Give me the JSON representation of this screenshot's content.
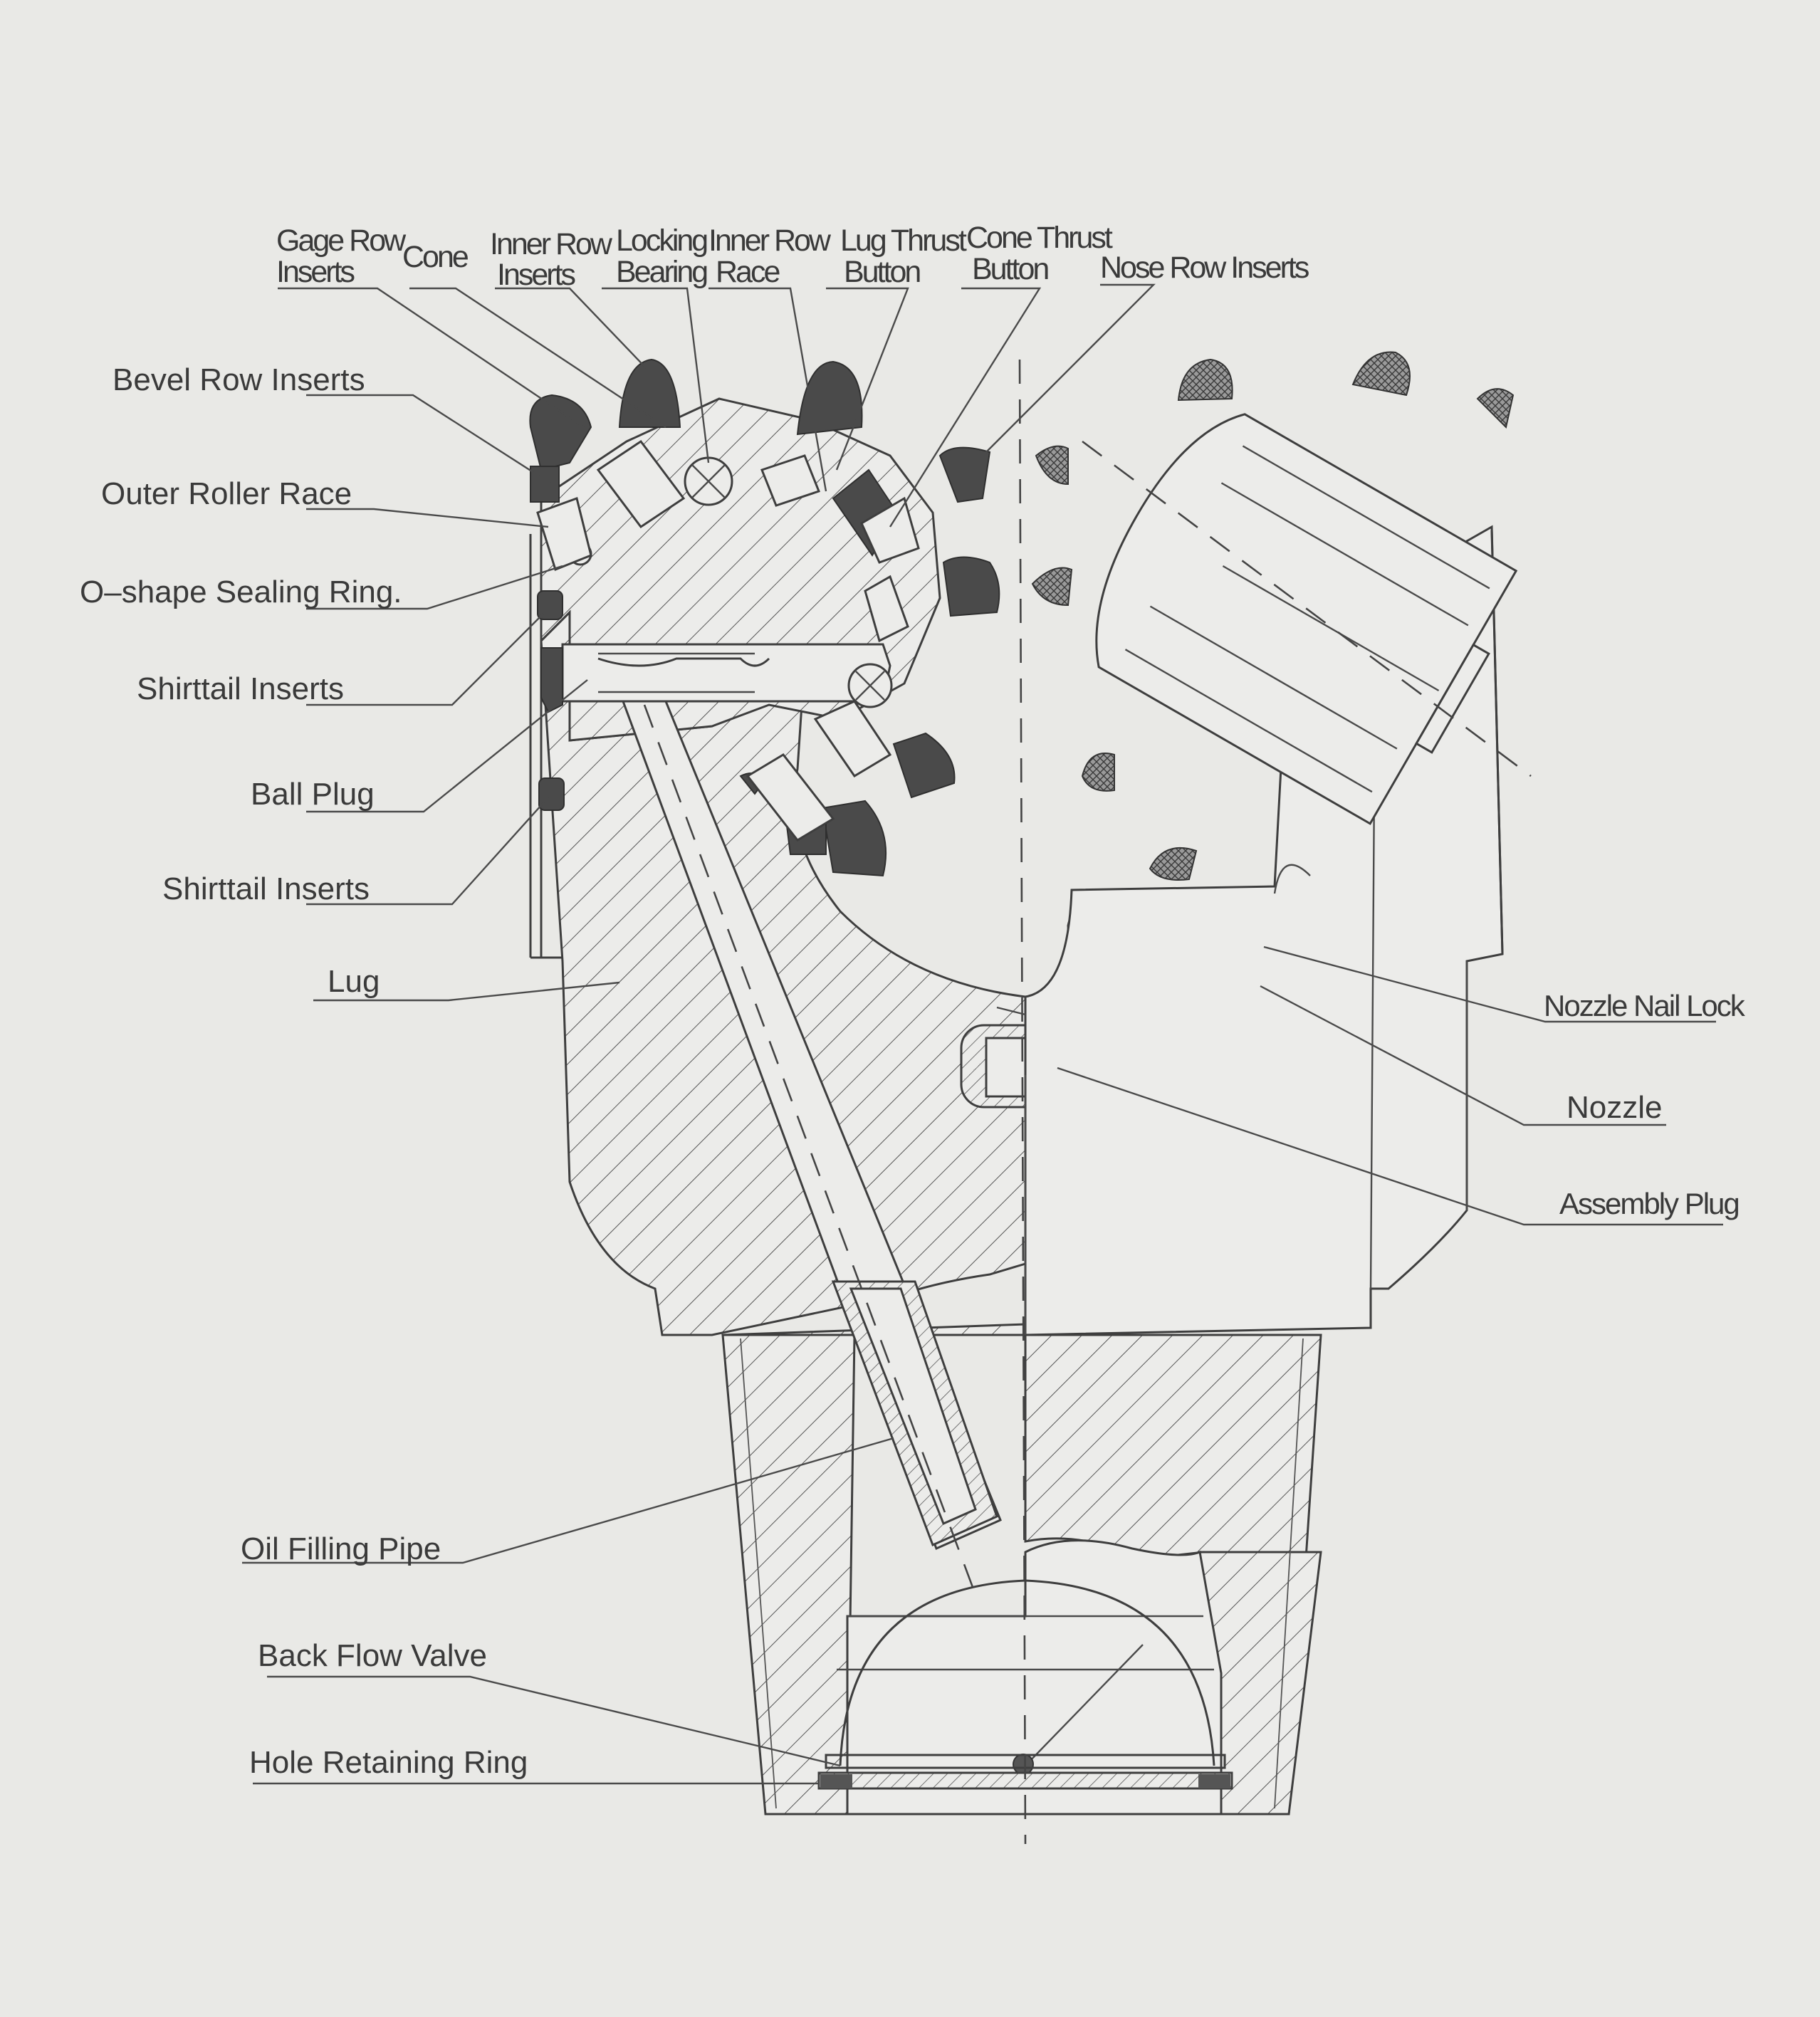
{
  "labels": {
    "gage_row_inserts": [
      "Gage Row",
      "Inserts"
    ],
    "cone": "Cone",
    "inner_row_inserts": [
      "Inner Row",
      "Inserts"
    ],
    "locking_bearing": [
      "Locking",
      "Bearing"
    ],
    "inner_row_race": [
      "Inner Row",
      "Race"
    ],
    "lug_thrust_button": [
      "Lug Thrust",
      "Button"
    ],
    "cone_thrust_button": [
      "Cone Thrust",
      "Button"
    ],
    "nose_row_inserts": "Nose Row Inserts",
    "bevel_row_inserts": "Bevel Row Inserts",
    "outer_roller_race": "Outer Roller Race",
    "o_shape_sealing_ring": "O–shape Sealing Ring.",
    "shirttail_inserts_upper": "Shirttail Inserts",
    "ball_plug": "Ball Plug",
    "shirttail_inserts_lower": "Shirttail Inserts",
    "lug": "Lug",
    "nozzle_nail_lock": "Nozzle Nail Lock",
    "nozzle": "Nozzle",
    "assembly_plug": "Assembly Plug",
    "oil_filling_pipe": "Oil Filling Pipe",
    "back_flow_valve": "Back Flow Valve",
    "hole_retaining_ring": "Hole Retaining Ring"
  },
  "colors": {
    "background": "#e9e9e6",
    "line": "#3e3e3e",
    "insert_fill": "#4a4a4a"
  }
}
